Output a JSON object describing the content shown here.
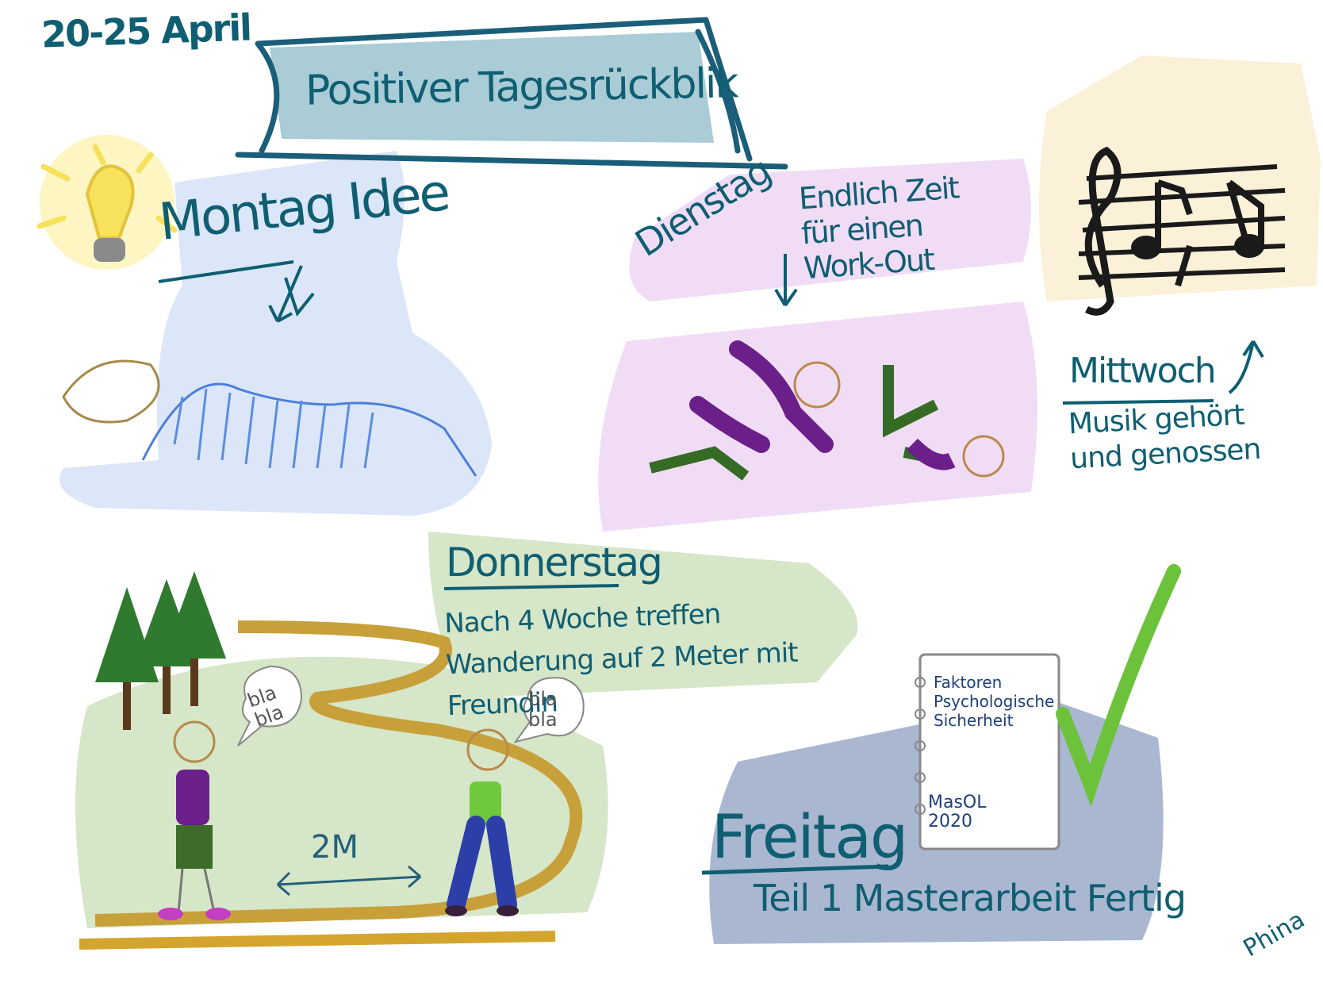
{
  "header": {
    "date_range": "20-25 April",
    "title": "Positiver Tagesrückblik"
  },
  "monday": {
    "heading": "Montag Idee"
  },
  "tuesday": {
    "day": "Dienstag",
    "text": "Endlich Zeit für einen Work-Out"
  },
  "wednesday": {
    "day": "Mittwoch",
    "text": "Musik gehört und genossen"
  },
  "thursday": {
    "day": "Donnerstag",
    "text": "Nach 4 Woche treffen Wanderung auf 2 Meter mit Freundin",
    "distance_label": "2M",
    "speech_left": "bla bla",
    "speech_right": "bla bla"
  },
  "friday": {
    "day": "Freitag",
    "text": "Teil 1 Masterarbeit Fertig",
    "book_title": "Faktoren Psychologische Sicherheit",
    "book_sub": "MasOL 2020"
  },
  "signature": "Phina",
  "colors": {
    "ink": "#0f5e72",
    "banner": "#a9ccd6",
    "monday_bg": "#dbe6f8",
    "tuesday_bg": "#f1dcf6",
    "wednesday_bg": "#fbf0d8",
    "thursday_bg": "#d6e6c8",
    "friday_bg": "#a9b7d1"
  }
}
